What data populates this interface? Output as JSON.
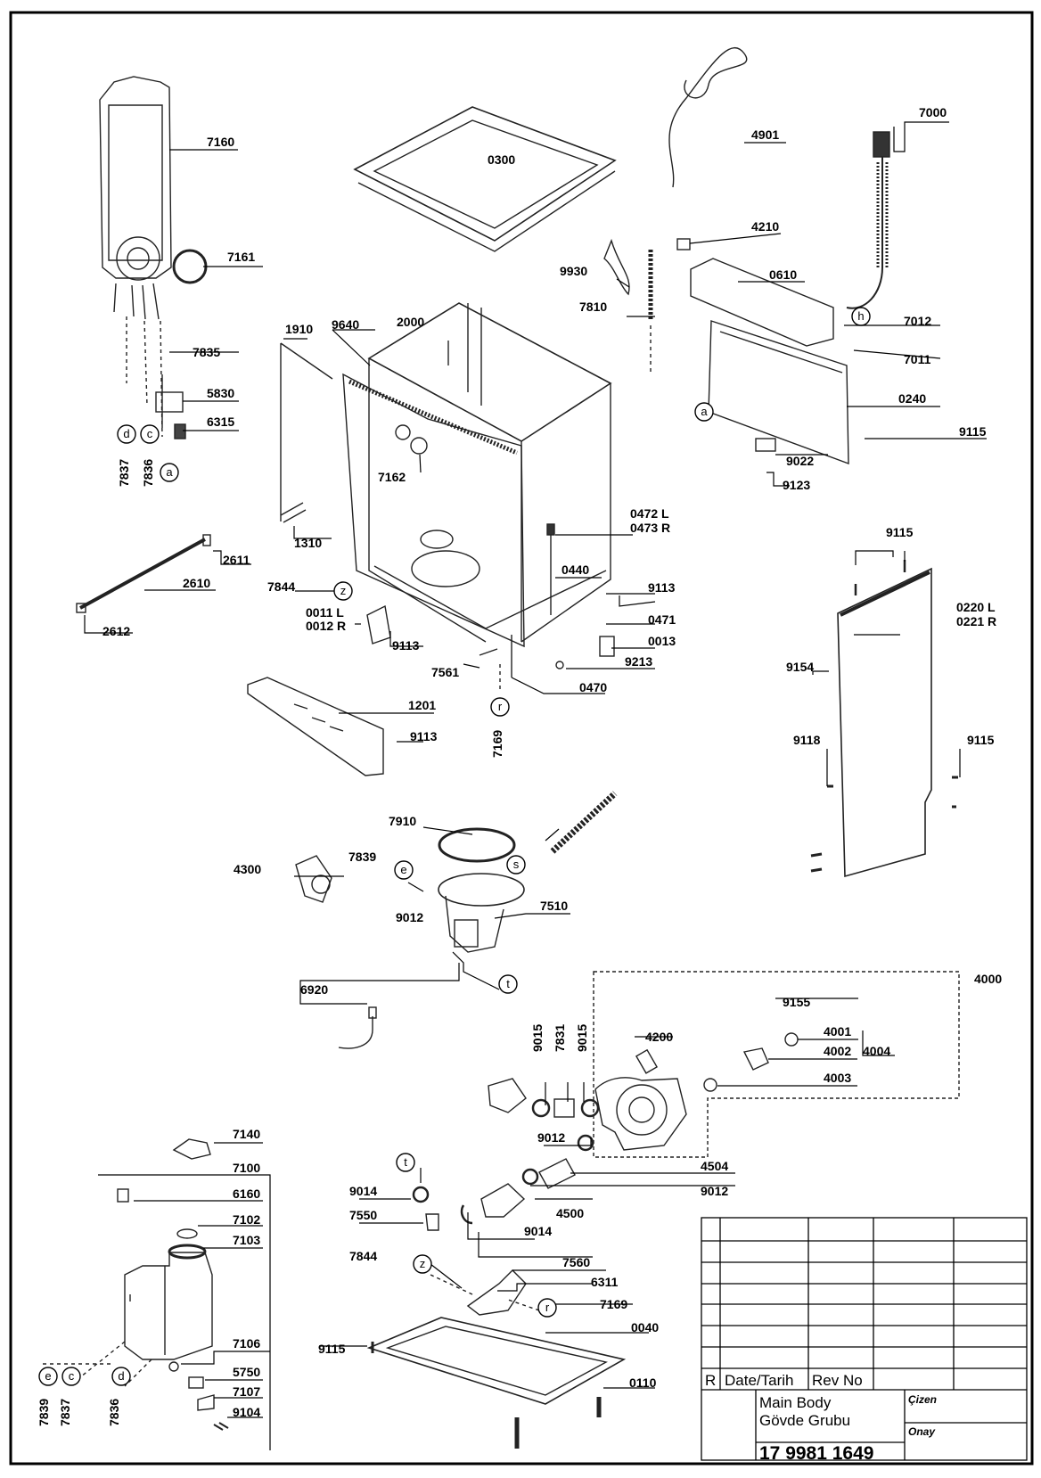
{
  "title_block": {
    "rev_marker": "R",
    "date_label": "Date/Tarih",
    "rev_label": "Rev No",
    "name_en": "Main Body",
    "name_tr": "Gövde Grubu",
    "drawn_label": "Çizen",
    "approved_label": "Onay",
    "part_number": "17 9981 1649"
  },
  "callouts": [
    "a",
    "c",
    "d",
    "e",
    "h",
    "r",
    "s",
    "t",
    "z"
  ],
  "parts": [
    "7160",
    "7161",
    "7835",
    "5830",
    "6315",
    "7837",
    "7836",
    "0300",
    "4901",
    "7000",
    "4210",
    "9930",
    "0610",
    "7810",
    "7012",
    "7011",
    "0240",
    "9115",
    "9022",
    "9123",
    "1910",
    "9640",
    "2000",
    "7162",
    "1310",
    "2611",
    "2610",
    "2612",
    "7844",
    "0011 L",
    "0012 R",
    "9113",
    "7561",
    "7169",
    "0472 L",
    "0473 R",
    "0440",
    "0471",
    "0013",
    "9213",
    "0470",
    "0220 L",
    "0221 R",
    "9154",
    "9118",
    "1201",
    "7910",
    "7839",
    "4300",
    "9012",
    "7510",
    "6920",
    "4000",
    "9155",
    "4001",
    "4002",
    "4004",
    "4003",
    "4200",
    "9015",
    "7831",
    "4504",
    "9014",
    "7550",
    "4500",
    "7560",
    "6311",
    "0040",
    "0110",
    "7140",
    "7100",
    "6160",
    "7102",
    "7103",
    "7106",
    "5750",
    "7107",
    "9104"
  ]
}
